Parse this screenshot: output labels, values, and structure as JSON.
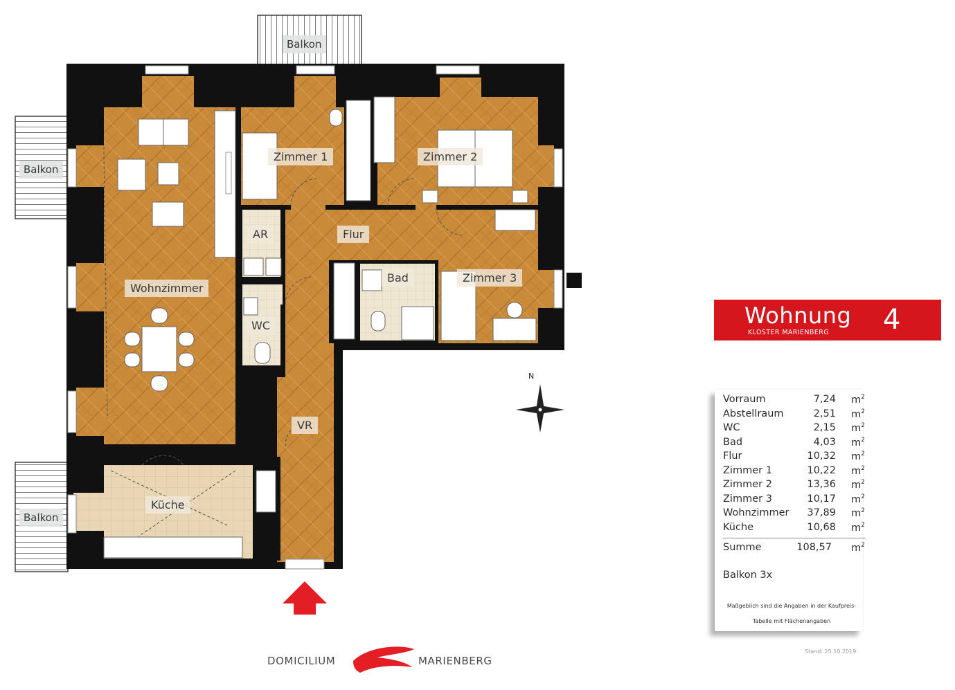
{
  "title": {
    "main": "Wohnung",
    "sub": "KLOSTER MARIENBERG",
    "number": "4"
  },
  "rooms": {
    "zimmer1": "Zimmer 1",
    "zimmer2": "Zimmer 2",
    "zimmer3": "Zimmer 3",
    "ar": "AR",
    "flur": "Flur",
    "bad": "Bad",
    "wc": "WC",
    "wohnzimmer": "Wohnzimmer",
    "vr": "VR",
    "kueche": "Küche"
  },
  "balconies": {
    "top": "Balkon",
    "left_upper": "Balkon",
    "left_lower": "Balkon"
  },
  "areas": [
    {
      "name": "Vorraum",
      "value": "7,24",
      "unit": "m",
      "sup": "2"
    },
    {
      "name": "Abstellraum",
      "value": "2,51",
      "unit": "m",
      "sup": "2"
    },
    {
      "name": "WC",
      "value": "2,15",
      "unit": "m",
      "sup": "2"
    },
    {
      "name": "Bad",
      "value": "4,03",
      "unit": "m",
      "sup": "2"
    },
    {
      "name": "Flur",
      "value": "10,32",
      "unit": "m",
      "sup": "2"
    },
    {
      "name": "Zimmer  1",
      "value": "10,22",
      "unit": "m",
      "sup": "2"
    },
    {
      "name": "Zimmer  2",
      "value": "13,36",
      "unit": "m",
      "sup": "2"
    },
    {
      "name": "Zimmer  3",
      "value": "10,17",
      "unit": "m",
      "sup": "2"
    },
    {
      "name": "Wohnzimmer",
      "value": "37,89",
      "unit": "m",
      "sup": "2"
    },
    {
      "name": "Küche",
      "value": "10,68",
      "unit": "m",
      "sup": "2"
    }
  ],
  "total": {
    "name": "Summe",
    "value": "108,57",
    "unit": "m",
    "sup": "2"
  },
  "balkon_note": "Balkon 3x",
  "disclaimer": [
    "Maßgeblich sind die Angaben in der Kaufpreis-",
    "Tabelle mit Flächenangaben"
  ],
  "stand": "Stand: 25.10.2019",
  "brand": {
    "left": "DOMICILIUM",
    "right": "MARIENBERG"
  },
  "compass": "N",
  "colors": {
    "accent_red": "#d5161c",
    "wall": "#111111",
    "wood": "#c98a3a",
    "tile": "#efe6d2",
    "kitchen_floor": "#e8d6b4"
  }
}
